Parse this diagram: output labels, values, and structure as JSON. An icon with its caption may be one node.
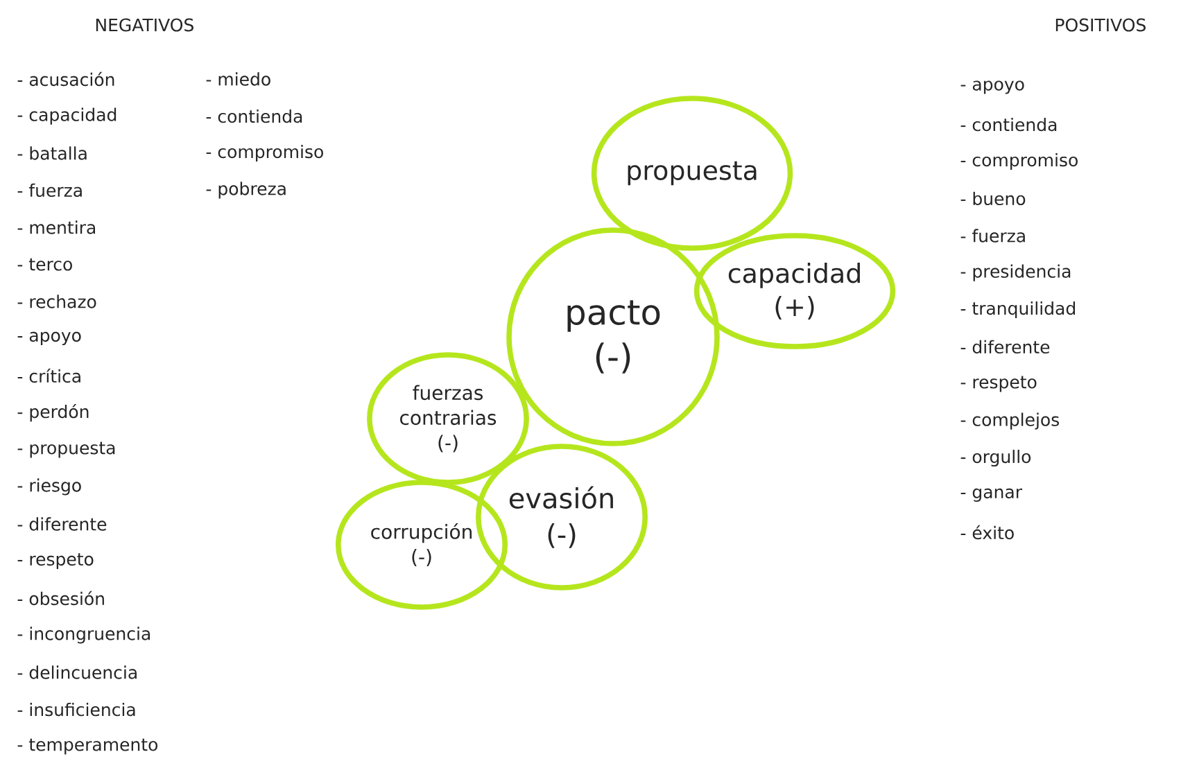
{
  "diagram": {
    "nodes": [
      {
        "text": [
          "propuesta"
        ]
      },
      {
        "text": [
          "capacidad (+)"
        ]
      },
      {
        "text": [
          "pacto (-)"
        ]
      },
      {
        "text": [
          "fuerzas contrarias (-)"
        ]
      },
      {
        "text": [
          "evasión (-)"
        ]
      },
      {
        "text": [
          "corrupción (-)"
        ]
      }
    ],
    "labels": [
      "NEGATIVOS",
      "- acusación",
      "- capacidad",
      "- batalla",
      "- fuerza",
      "- mentira",
      "- terco",
      "- rechazo",
      "- apoyo",
      "- crítica",
      "- perdón",
      "- propuesta",
      "- riesgo",
      "- diferente",
      "- respeto",
      "- obsesión",
      "- incongruencia",
      "- delincuencia",
      "- insuficiencia",
      "- temperamento",
      "- miedo",
      "- contienda",
      "- compromiso",
      "- pobreza",
      "POSITIVOS",
      "- apoyo",
      "- contienda",
      "- compromiso",
      "- bueno",
      "- fuerza",
      "- presidencia",
      "- tranquilidad",
      "- diferente",
      "- respeto",
      "- complejos",
      "- orgullo",
      "- ganar",
      "- éxito"
    ]
  }
}
